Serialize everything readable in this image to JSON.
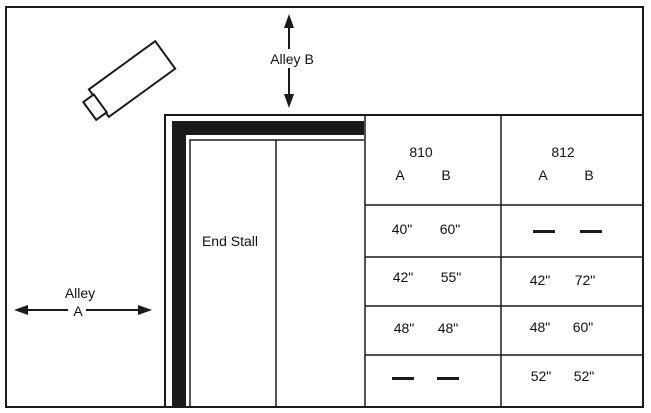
{
  "diagram": {
    "alley_b_label": "Alley B",
    "alley_a_label_line1": "Alley",
    "alley_a_label_line2": "A",
    "end_stall_label": "End Stall",
    "grid": {
      "columns": [
        {
          "code": "810",
          "sub_a": "A",
          "sub_b": "B"
        },
        {
          "code": "812",
          "sub_a": "A",
          "sub_b": "B"
        }
      ],
      "rows": [
        [
          {
            "a": "40\"",
            "b": "60\""
          },
          {
            "a": "—",
            "b": "—"
          }
        ],
        [
          {
            "a": "42\"",
            "b": "55\""
          },
          {
            "a": "42\"",
            "b": "72\""
          }
        ],
        [
          {
            "a": "48\"",
            "b": "48\""
          },
          {
            "a": "48\"",
            "b": "60\""
          }
        ],
        [
          {
            "a": "—",
            "b": "—"
          },
          {
            "a": "52\"",
            "b": "52\""
          }
        ]
      ]
    }
  }
}
